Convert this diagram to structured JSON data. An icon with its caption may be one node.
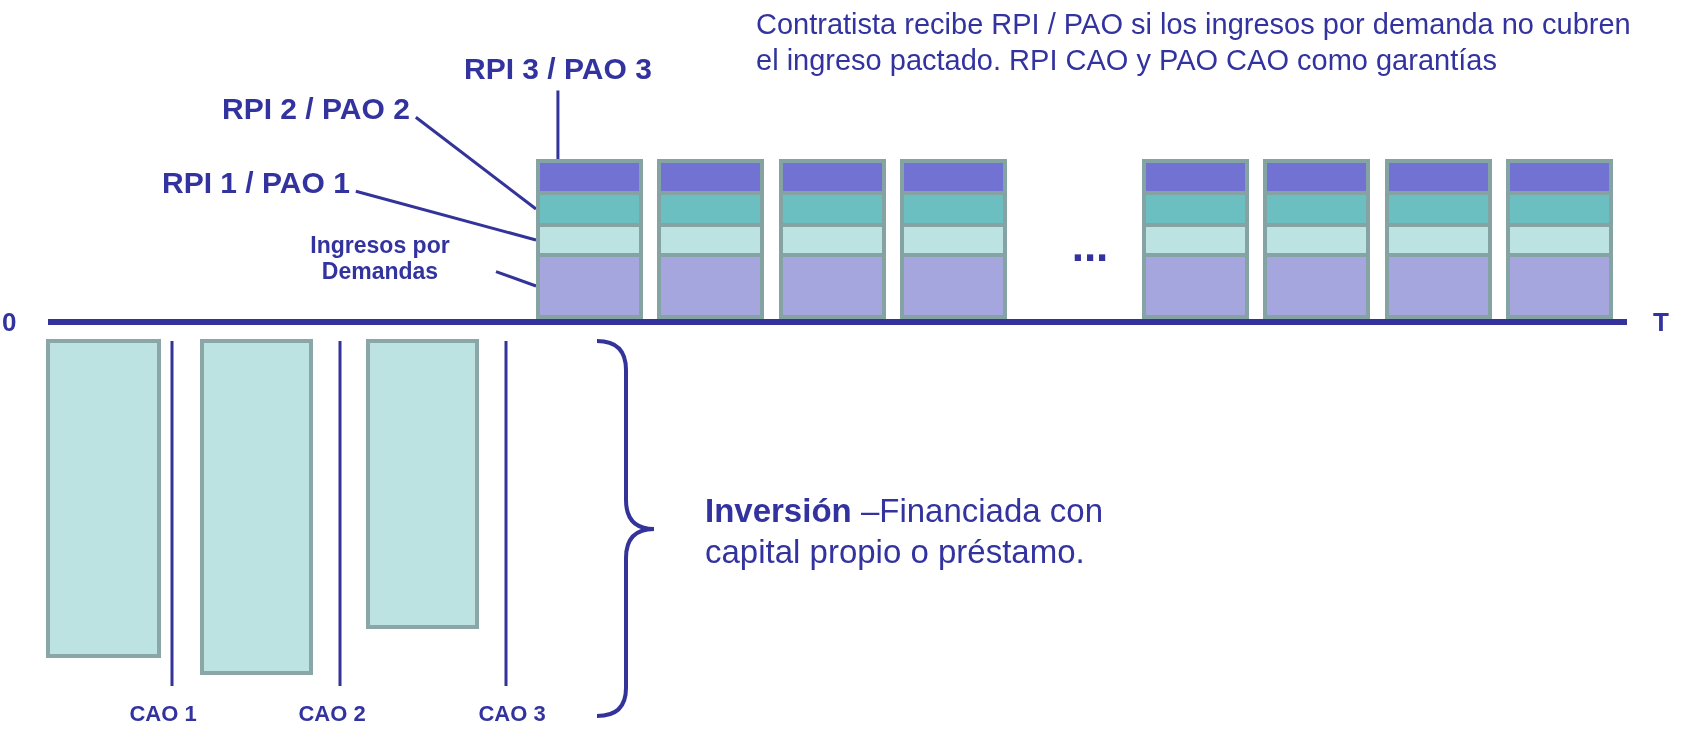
{
  "diagram": {
    "nodes": [
      {
        "text": [
          "RPI 3 / PAO 3"
        ]
      },
      {
        "text": [
          "RPI 2 / PAO 2"
        ]
      },
      {
        "text": [
          "RPI 1 / PAO 1"
        ]
      },
      {
        "text": [
          "Ingresos por Demandas"
        ]
      },
      {
        "text": [],
        "shape": "bar"
      },
      {
        "text": [],
        "shape": "bar"
      },
      {
        "text": [],
        "shape": "bar"
      },
      {
        "text": [],
        "shape": "bar"
      }
    ],
    "edges": [
      {
        "from": 0,
        "to": 4,
        "arrow": "none"
      },
      {
        "from": 1,
        "to": 5,
        "arrow": "none"
      },
      {
        "from": 2,
        "to": 6,
        "arrow": "none"
      },
      {
        "from": 3,
        "to": 7,
        "arrow": "none"
      }
    ],
    "labels": [
      "Contratista recibe RPI / PAO si los ingresos por demanda no cubren el ingreso pactado. RPI CAO y PAO CAO como garantías",
      "...",
      "0",
      "T",
      "**Inversión** –Financiada con capital propio o préstamo.",
      "CAO 1",
      "CAO 2",
      "CAO 3"
    ]
  }
}
